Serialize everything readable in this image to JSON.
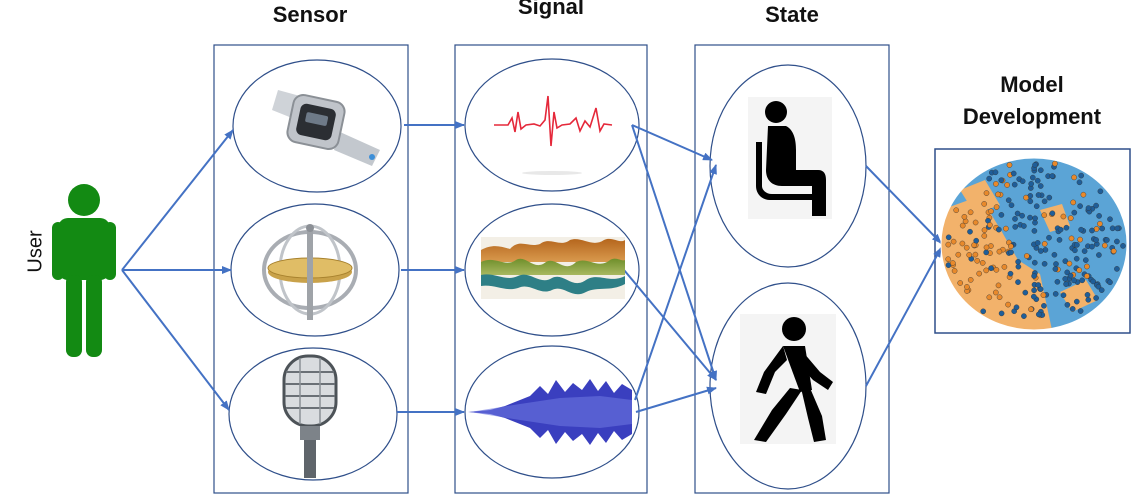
{
  "columns": {
    "sensor": "Sensor",
    "signal": "Signal",
    "state": "State",
    "model_line1": "Model",
    "model_line2": "Development"
  },
  "user_label": "User",
  "sensors": [
    "smartwatch-icon",
    "gyroscope-icon",
    "microphone-icon"
  ],
  "signals": [
    "ecg-waveform",
    "multi-channel-motion-signal",
    "audio-waveform"
  ],
  "states": [
    "sitting-person-icon",
    "walking-person-icon"
  ],
  "colors": {
    "arrow": "#4472C4",
    "user": "#138a13",
    "box_border": "#2f4f8a",
    "scatter_blue": "#5ba4d6",
    "scatter_orange": "#f2b26b"
  }
}
